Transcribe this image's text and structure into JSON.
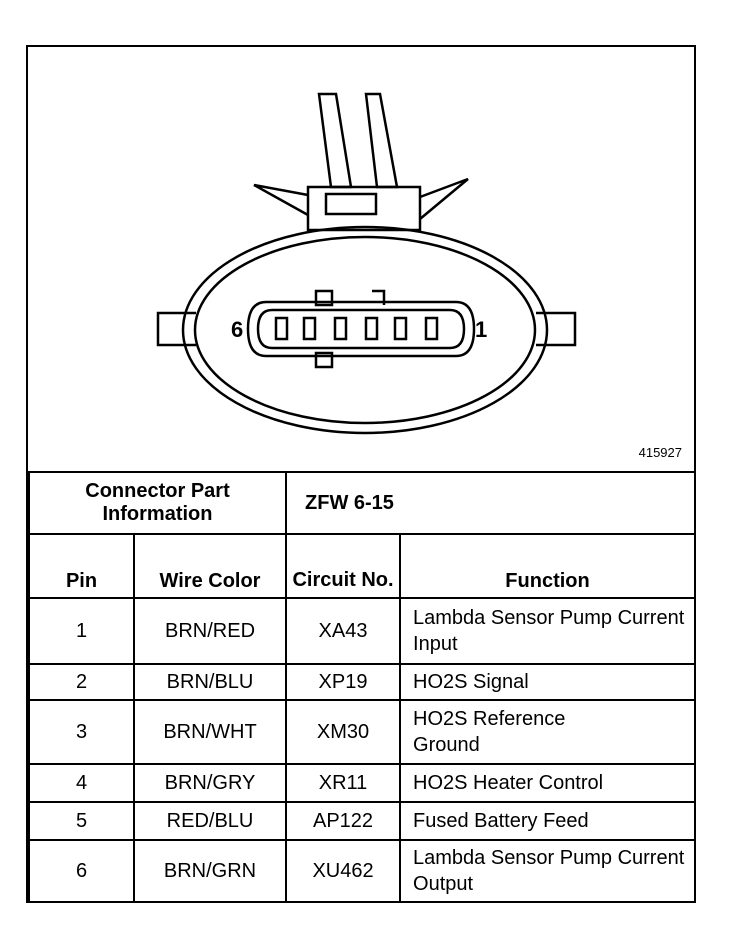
{
  "diagram": {
    "pin_label_left": "6",
    "pin_label_right": "1",
    "figure_number": "415927"
  },
  "table": {
    "part_info_label": "Connector Part Information",
    "part_info_value": "ZFW 6-15",
    "headers": {
      "pin": "Pin",
      "wire_color": "Wire Color",
      "circuit_no": "Circuit No.",
      "function": "Function"
    },
    "rows": [
      {
        "pin": "1",
        "wire_color": "BRN/RED",
        "circuit_no": "XA43",
        "function": "Lambda Sensor Pump Current Input"
      },
      {
        "pin": "2",
        "wire_color": "BRN/BLU",
        "circuit_no": "XP19",
        "function": "HO2S Signal"
      },
      {
        "pin": "3",
        "wire_color": "BRN/WHT",
        "circuit_no": "XM30",
        "function": "HO2S Reference Ground"
      },
      {
        "pin": "4",
        "wire_color": "BRN/GRY",
        "circuit_no": "XR11",
        "function": "HO2S Heater Control"
      },
      {
        "pin": "5",
        "wire_color": "RED/BLU",
        "circuit_no": "AP122",
        "function": "Fused Battery Feed"
      },
      {
        "pin": "6",
        "wire_color": "BRN/GRN",
        "circuit_no": "XU462",
        "function": "Lambda Sensor Pump Current Output"
      }
    ]
  }
}
